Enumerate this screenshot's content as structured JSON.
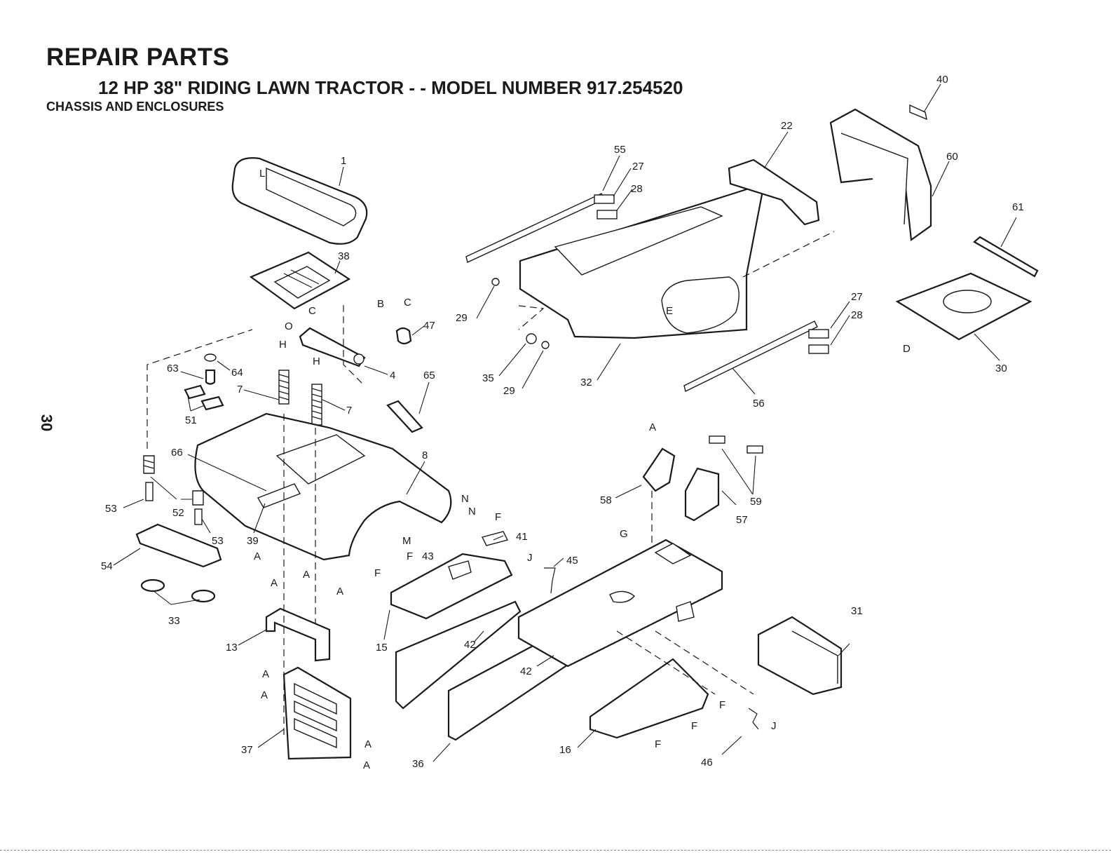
{
  "header": {
    "title": "REPAIR PARTS",
    "subtitle": "12 HP 38\" RIDING LAWN TRACTOR - - MODEL NUMBER 917.254520",
    "section": "CHASSIS AND ENCLOSURES"
  },
  "page_number": "30",
  "part_numbers": {
    "p1": "1",
    "p4": "4",
    "p7a": "7",
    "p7b": "7",
    "p8": "8",
    "p13": "13",
    "p15": "15",
    "p16": "16",
    "p22": "22",
    "p27a": "27",
    "p27b": "27",
    "p28a": "28",
    "p28b": "28",
    "p29a": "29",
    "p29b": "29",
    "p30": "30",
    "p31": "31",
    "p32": "32",
    "p33": "33",
    "p35": "35",
    "p36": "36",
    "p37": "37",
    "p38": "38",
    "p39": "39",
    "p40": "40",
    "p41": "41",
    "p42a": "42",
    "p42b": "42",
    "p43": "43",
    "p45": "45",
    "p46": "46",
    "p47": "47",
    "p51": "51",
    "p52": "52",
    "p53a": "53",
    "p53b": "53",
    "p54": "54",
    "p55": "55",
    "p56": "56",
    "p57": "57",
    "p58": "58",
    "p59": "59",
    "p60": "60",
    "p61": "61",
    "p63": "63",
    "p64": "64",
    "p65": "65",
    "p66": "66"
  },
  "reference_letters": {
    "L": "L",
    "B": "B",
    "C1": "C",
    "C2": "C",
    "O": "O",
    "H1": "H",
    "H2": "H",
    "E": "E",
    "D": "D",
    "N1": "N",
    "N2": "N",
    "M": "M",
    "F1": "F",
    "F2": "F",
    "F3": "F",
    "F4": "F",
    "F5": "F",
    "F6": "F",
    "J1": "J",
    "J2": "J",
    "G": "G",
    "A1": "A",
    "A2": "A",
    "A3": "A",
    "A4": "A",
    "A5": "A",
    "A6": "A",
    "A7": "A",
    "A8": "A",
    "A9": "A"
  }
}
